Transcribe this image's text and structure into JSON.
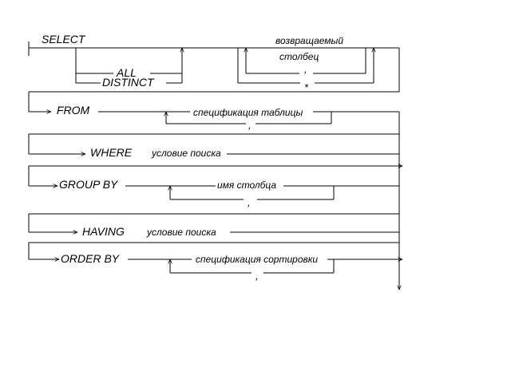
{
  "keywords": {
    "select": "SELECT",
    "all": "ALL",
    "distinct": "DISTINCT",
    "from": "FROM",
    "where": "WHERE",
    "group_by": "GROUP BY",
    "having": "HAVING",
    "order_by": "ORDER BY"
  },
  "terms": {
    "returned_column_line1": "возвращаемый",
    "returned_column_line2": "столбец",
    "comma": ",",
    "star": "*",
    "table_spec": "спецификация таблицы",
    "where_condition": "условие поиска",
    "column_name": "имя столбца",
    "having_condition": "условие поиска",
    "sort_spec": "спецификация сортировки"
  }
}
